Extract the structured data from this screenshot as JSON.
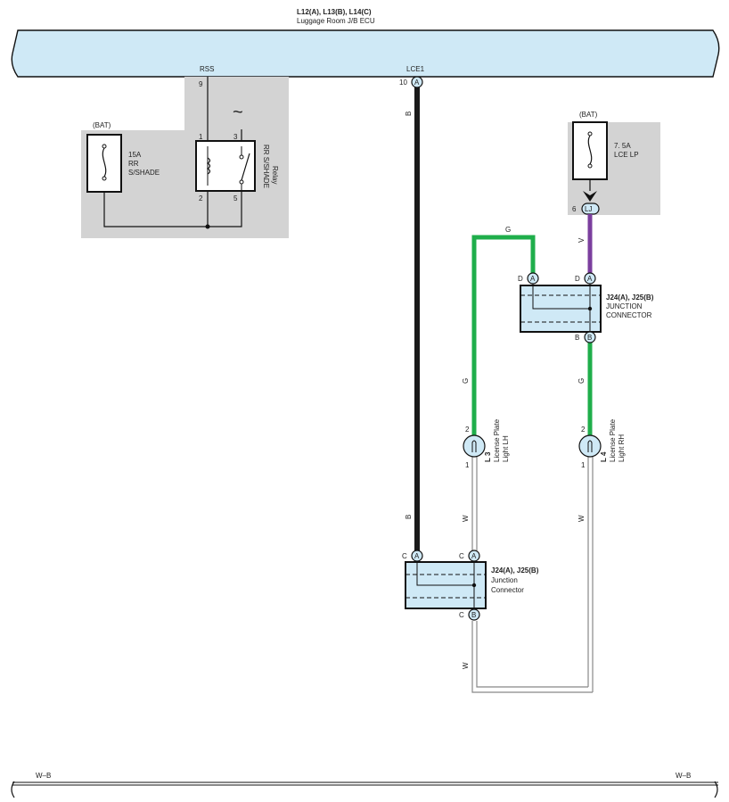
{
  "ecu": {
    "title": "L12(A), L13(B), L14(C)",
    "subtitle": "Luggage Room J/B ECU",
    "terminals": [
      {
        "name": "RSS",
        "pin": "9"
      },
      {
        "name": "LCE1",
        "pin": "10",
        "connector": "A"
      }
    ]
  },
  "fuse_left": {
    "source": "(BAT)",
    "rating": "15A",
    "line1": "RR",
    "line2": "S/SHADE"
  },
  "relay": {
    "name_line1": "RR S/SHADE",
    "name_line2": "Relay",
    "pins": [
      "1",
      "3",
      "2",
      "5"
    ],
    "tilde": "~"
  },
  "fuse_right": {
    "source": "(BAT)",
    "rating": "7. 5A",
    "name": "LCE LP",
    "pin": "6",
    "connector": "LJ"
  },
  "junction_top": {
    "title": "J24(A), J25(B)",
    "line1": "JUNCTION",
    "line2": "CONNECTOR",
    "pin_labels": [
      "D",
      "A",
      "D",
      "A",
      "B",
      "B"
    ]
  },
  "junction_bottom": {
    "title": "J24(A), J25(B)",
    "line1": "Junction",
    "line2": "Connector",
    "pin_labels": [
      "C",
      "A",
      "C",
      "A",
      "C",
      "B"
    ]
  },
  "lamp_left": {
    "id": "L 3",
    "line1": "License Plate",
    "line2": "Light LH",
    "pin_top": "2",
    "pin_bottom": "1"
  },
  "lamp_right": {
    "id": "L 4",
    "line1": "License Plate",
    "line2": "Light RH",
    "pin_top": "2",
    "pin_bottom": "1"
  },
  "wire_colors": {
    "B": "B",
    "G": "G",
    "V": "V",
    "W": "W"
  },
  "ground": {
    "left": "W–B",
    "right": "W–B"
  },
  "colors": {
    "bus_fill": "#cfe9f6",
    "shade": "#d3d3d3",
    "wire_black": "#1a1a1a",
    "wire_green": "#1fae4b",
    "wire_violet": "#7b3f9e",
    "wire_white": "#888888"
  }
}
